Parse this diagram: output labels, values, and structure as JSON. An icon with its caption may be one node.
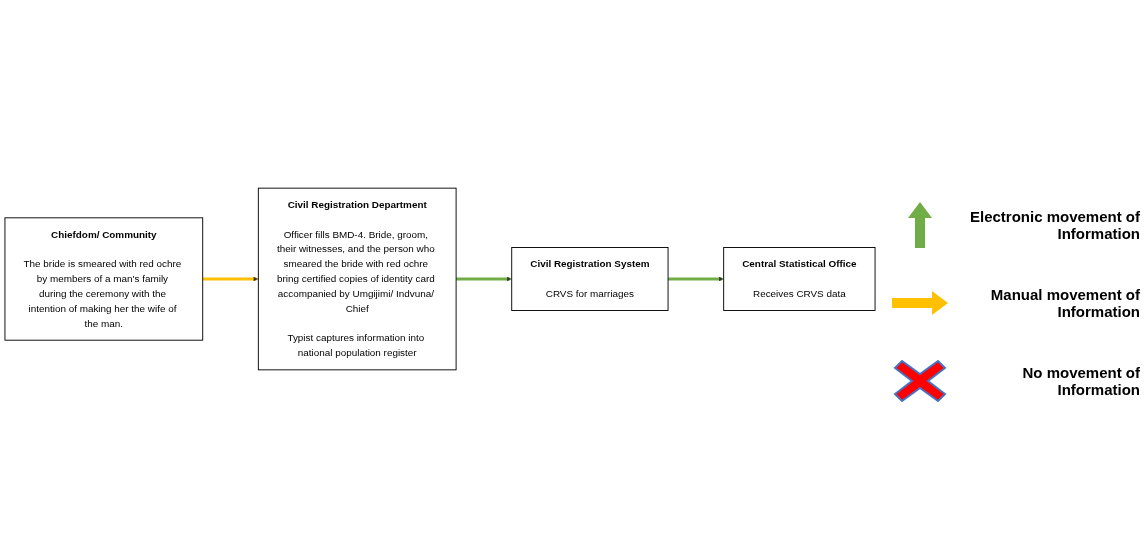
{
  "diagram": {
    "nodes": [
      {
        "text": [
          "Civil Registration System",
          "CRVS for marriages"
        ]
      },
      {
        "text": [
          "Central Statistical Office",
          "Receives CRVS data"
        ]
      },
      {
        "text": [
          "Chiefdom/ Community",
          "The bride is smeared with red ochre by members of a man’s family during the ceremony with the intention of making her the wife of the man."
        ]
      },
      {
        "text": [
          "Civil Registration Department",
          "Officer fills BMD-4. Bride, groom, their witnesses, and the person who smeared the bride with red ochre bring certified copies of identity card accompanied by Umgijimi/ Indvuna/ Chief",
          "Typist captures information into national population register"
        ]
      }
    ],
    "edges": [
      {
        "from": 2,
        "to": 3,
        "arrow": "to",
        "color": "#ffc000"
      },
      {
        "from": 3,
        "to": 0,
        "arrow": "to"
      },
      {
        "from": 0,
        "to": 1,
        "arrow": "to"
      }
    ],
    "legend": [
      {
        "text": "Electronic movement of Information"
      },
      {
        "text": "Manual movement of Information"
      },
      {
        "text": "No movement of Information"
      }
    ]
  }
}
